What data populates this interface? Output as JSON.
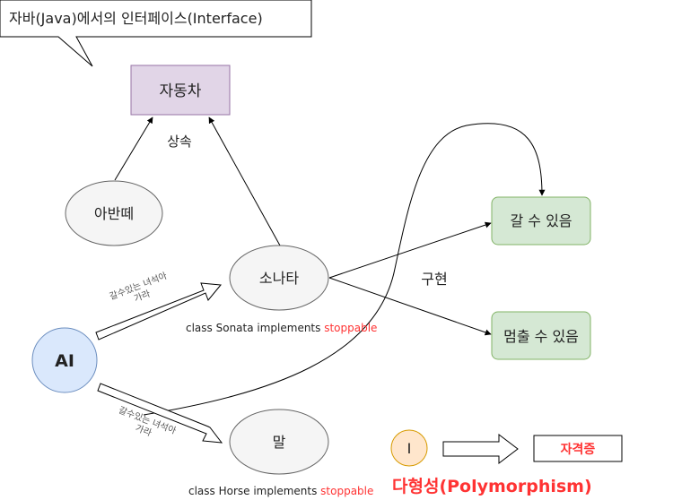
{
  "callout": {
    "text": "자바(Java)에서의 인터페이스(Interface)"
  },
  "nodes": {
    "car": "자동차",
    "avante": "아반떼",
    "sonata": "소나타",
    "ai": "AI",
    "horse": "말",
    "can_go": "갈 수 있음",
    "can_stop": "멈출 수 있음",
    "interface_i": "I",
    "qualification": "자격증"
  },
  "labels": {
    "inherit": "상속",
    "implement": "구현",
    "sonata_class_prefix": "class Sonata implements ",
    "sonata_class_iface": "stoppable",
    "horse_class_prefix": "class Horse implements ",
    "horse_class_iface": "stoppable",
    "arrow_top_line1": "갈수있는 녀석아",
    "arrow_top_line2": "가라",
    "arrow_bottom_line1": "갈수있는 녀석아",
    "arrow_bottom_line2": "가라",
    "polymorphism": "다형성(Polymorphism)"
  },
  "colors": {
    "car_fill": "#e1d5e7",
    "car_stroke": "#9673a6",
    "green_fill": "#d5e8d4",
    "green_stroke": "#82b366",
    "ai_fill": "#dae8fc",
    "ai_stroke": "#6c8ebf",
    "i_fill": "#ffe6cc",
    "i_stroke": "#d79b00",
    "ellipse_fill": "#f5f5f5",
    "ellipse_stroke": "#666666",
    "accent_red": "#ff3333"
  }
}
